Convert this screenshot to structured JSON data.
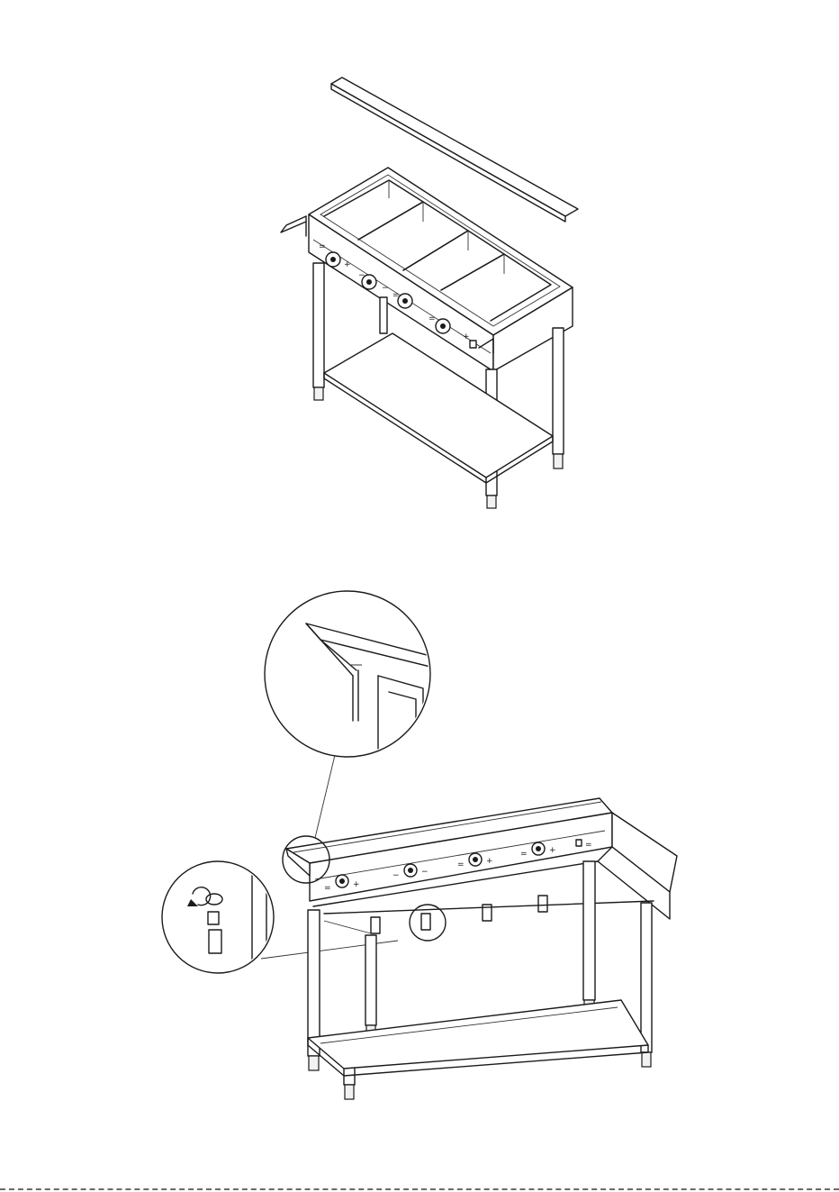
{
  "figures": [
    {
      "id": "fig1",
      "subject": "exploded view: lid above 4-well bain-marie on stand with undershelf"
    },
    {
      "id": "fig2",
      "subject": "rear view of bain-marie with corner bracket and caster/clip detail callouts"
    }
  ],
  "knob_marks": {
    "minus": "−",
    "plus": "+",
    "equals": "="
  },
  "colors": {
    "line": "#1a1a1a",
    "paper": "#ffffff"
  }
}
